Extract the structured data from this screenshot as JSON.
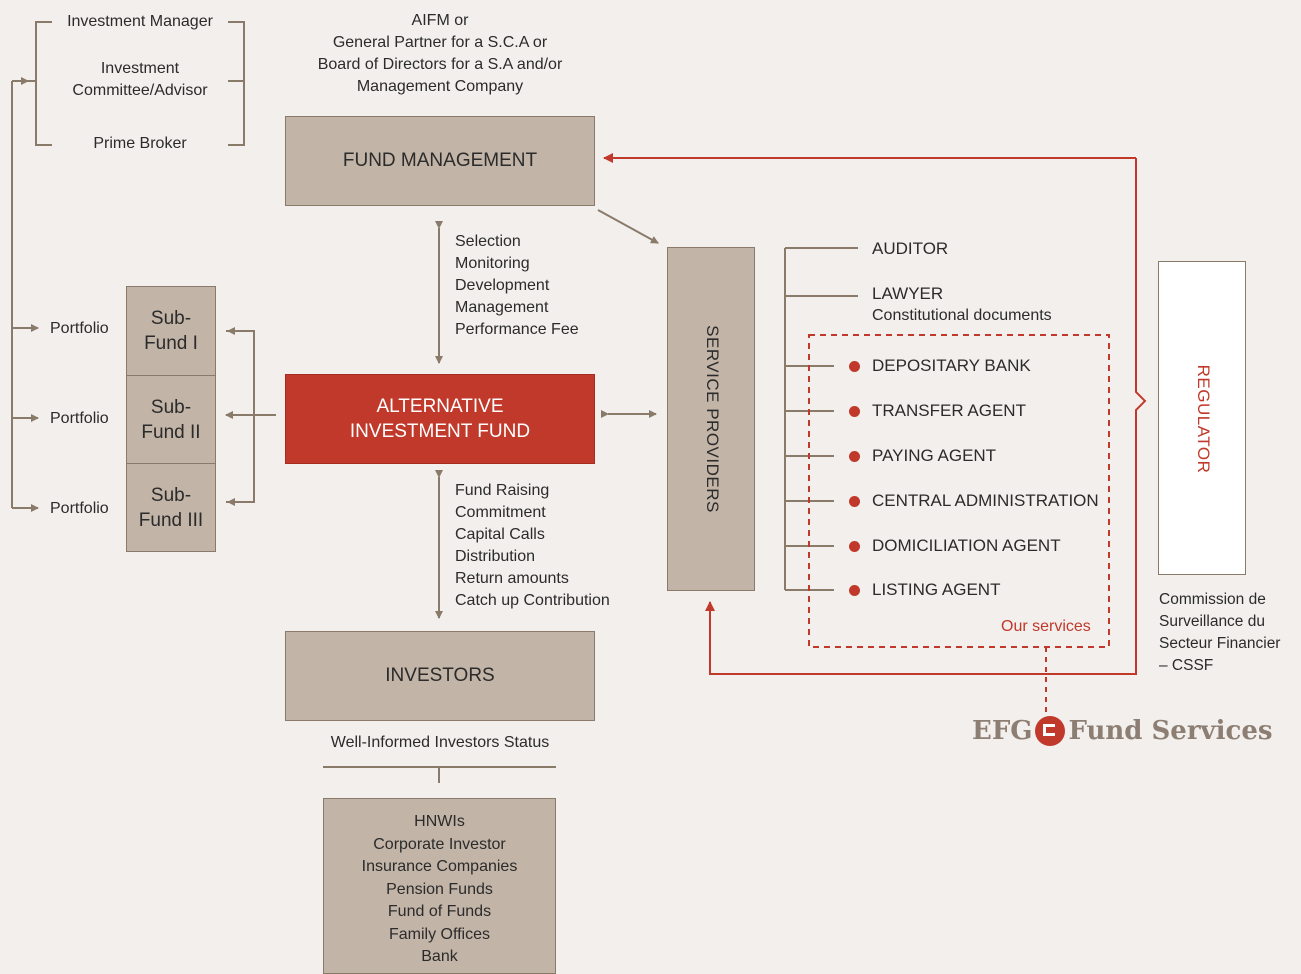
{
  "top_left": {
    "investment_manager": "Investment Manager",
    "investment_committee": "Investment\nCommittee/Advisor",
    "prime_broker": "Prime Broker"
  },
  "aifm_label": "AIFM or\nGeneral Partner for a S.C.A or\nBoard of Directors for a S.A and/or\nManagement Company",
  "fund_management": "FUND MANAGEMENT",
  "fm_relations": "Selection\nMonitoring\nDevelopment\nManagement\nPerformance Fee",
  "aif": "ALTERNATIVE\nINVESTMENT FUND",
  "investor_relations": "Fund Raising\nCommitment\nCapital Calls\nDistribution\nReturn amounts\nCatch up Contribution",
  "investors": "INVESTORS",
  "investor_status": "Well-Informed Investors Status",
  "investor_types": "HNWIs\nCorporate Investor\nInsurance Companies\nPension Funds\nFund of Funds\nFamily Offices\nBank",
  "sub_funds": [
    "Sub-\nFund I",
    "Sub-\nFund II",
    "Sub-\nFund III"
  ],
  "portfolio_label": "Portfolio",
  "service_providers": "SERVICE PROVIDERS",
  "providers": {
    "auditor": "AUDITOR",
    "lawyer": "LAWYER",
    "lawyer_note": "Constitutional documents",
    "services": [
      "DEPOSITARY BANK",
      "TRANSFER AGENT",
      "PAYING AGENT",
      "CENTRAL ADMINISTRATION",
      "DOMICILIATION AGENT",
      "LISTING AGENT"
    ],
    "our_services": "Our services"
  },
  "regulator": "REGULATOR",
  "regulator_name": "Commission de\nSurveillance du\nSecteur Financier\n– CSSF",
  "logo": {
    "left": "EFG",
    "right": "Fund Services"
  },
  "colors": {
    "background": "#f2efec",
    "box": "#c2b4a7",
    "accent": "#c0392b",
    "line": "#8a7a6a"
  }
}
